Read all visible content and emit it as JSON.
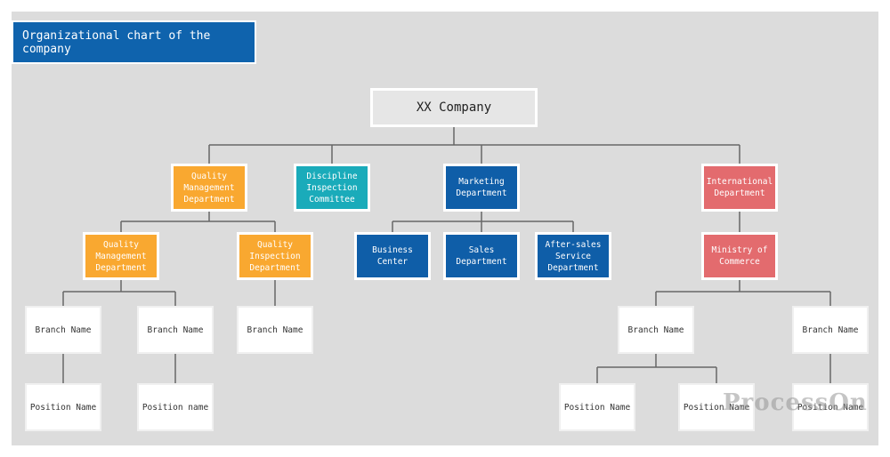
{
  "title": "Organizational chart of the company",
  "watermark": "ProcessOn",
  "colors": {
    "canvas": "#dcdcdc",
    "title_bg": "#0f63ad",
    "orange": "#f9a830",
    "teal": "#1aabba",
    "blue": "#0f5ea8",
    "red": "#e36b6e",
    "line": "#666666"
  },
  "nodes": {
    "root": "XX Company",
    "qmd": "Quality\nManagement\nDepartment",
    "dic": "Discipline\nInspection\nCommittee",
    "mkt": "Marketing\nDepartment",
    "intl": "International\nDepartment",
    "qmd2": "Quality\nManagement\nDepartment",
    "qid": "Quality\nInspection\nDepartment",
    "biz": "Business\nCenter",
    "sales": "Sales\nDepartment",
    "after": "After-sales\nService\nDepartment",
    "moc": "Ministry of\nCommerce",
    "b1": "Branch Name",
    "b2": "Branch Name",
    "b3": "Branch Name",
    "b4": "Branch Name",
    "b5": "Branch Name",
    "p1": "Position Name",
    "p2": "Position name",
    "p3": "Position Name",
    "p4": "Position Name",
    "p5": "Position Name"
  }
}
